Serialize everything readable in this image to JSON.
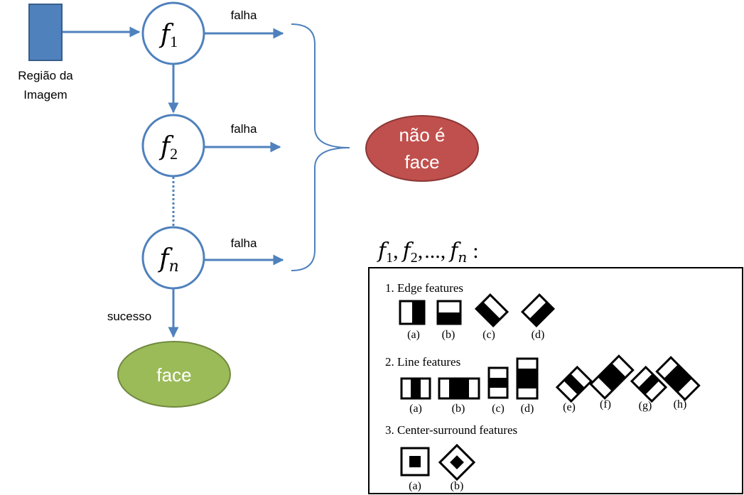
{
  "input": {
    "label_line1": "Região da",
    "label_line2": "Imagem"
  },
  "stages": [
    {
      "letter": "f",
      "sub": "1",
      "fail_label": "falha"
    },
    {
      "letter": "f",
      "sub": "2",
      "fail_label": "falha"
    },
    {
      "letter": "f",
      "sub": "n",
      "fail_label": "falha"
    }
  ],
  "success_label": "sucesso",
  "outcomes": {
    "not_face_line1": "não é",
    "not_face_line2": "face",
    "face": "face"
  },
  "features": {
    "heading": {
      "f": "f",
      "s1": "1",
      "s2": "2",
      "s3": "n",
      "sep": ",",
      "dots": "...,",
      "colon": ":"
    },
    "sections": [
      {
        "title": "1. Edge features",
        "labels": [
          "(a)",
          "(b)",
          "(c)",
          "(d)"
        ]
      },
      {
        "title": "2. Line features",
        "labels": [
          "(a)",
          "(b)",
          "(c)",
          "(d)",
          "(e)",
          "(f)",
          "(g)",
          "(h)"
        ]
      },
      {
        "title": "3. Center-surround features",
        "labels": [
          "(a)",
          "(b)"
        ]
      }
    ]
  },
  "colors": {
    "flow": "#4f81bd",
    "input_fill": "#4f81bd",
    "input_stroke": "#385d8a",
    "not_face_fill": "#c0504d",
    "not_face_stroke": "#8c3836",
    "face_fill": "#9bbb59",
    "face_stroke": "#71893f"
  }
}
